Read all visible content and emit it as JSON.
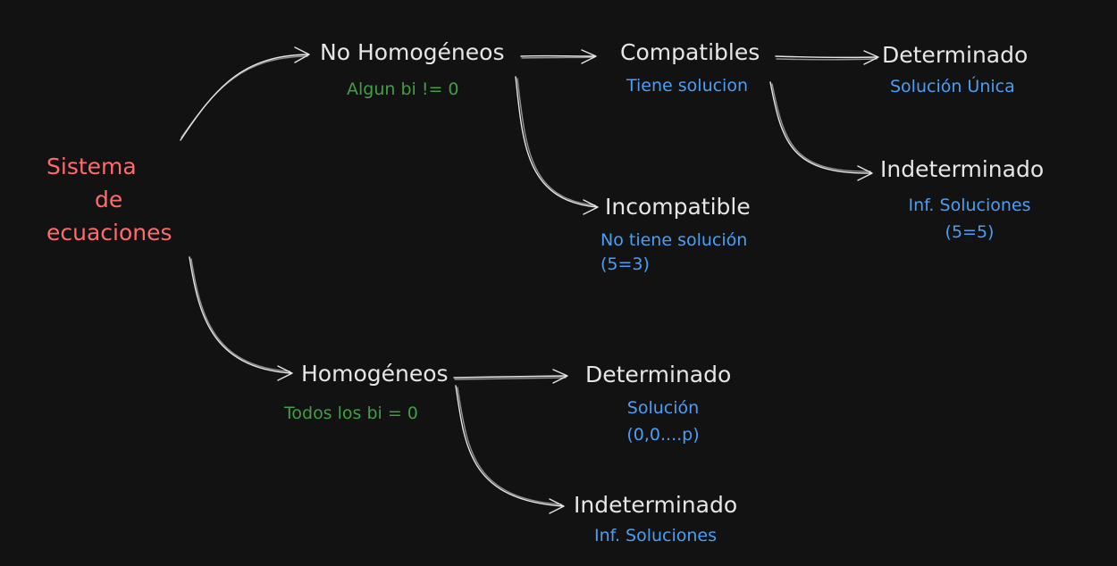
{
  "root": {
    "line1": "Sistema",
    "line2": "de",
    "line3": "ecuaciones"
  },
  "no_homogeneos": {
    "title": "No Homogéneos",
    "condition": "Algun bi != 0",
    "compatibles": {
      "title": "Compatibles",
      "description": "Tiene solucion",
      "determinado": {
        "title": "Determinado",
        "description": "Solución Única"
      },
      "indeterminado": {
        "title": "Indeterminado",
        "description_line1": "Inf. Soluciones",
        "description_line2": "(5=5)"
      }
    },
    "incompatible": {
      "title": "Incompatible",
      "description_line1": "No tiene solución",
      "description_line2": "(5=3)"
    }
  },
  "homogeneos": {
    "title": "Homogéneos",
    "condition": "Todos los bi = 0",
    "determinado": {
      "title": "Determinado",
      "description_line1": "Solución",
      "description_line2": "(0,0....p)"
    },
    "indeterminado": {
      "title": "Indeterminado",
      "description": "Inf. Soluciones"
    }
  },
  "colors": {
    "background": "#121212",
    "node_text": "#e6e6e6",
    "root_text": "#ff6b6b",
    "condition_text": "#40a043",
    "description_text": "#4a9ff5",
    "arrow": "#e6e6e6"
  }
}
